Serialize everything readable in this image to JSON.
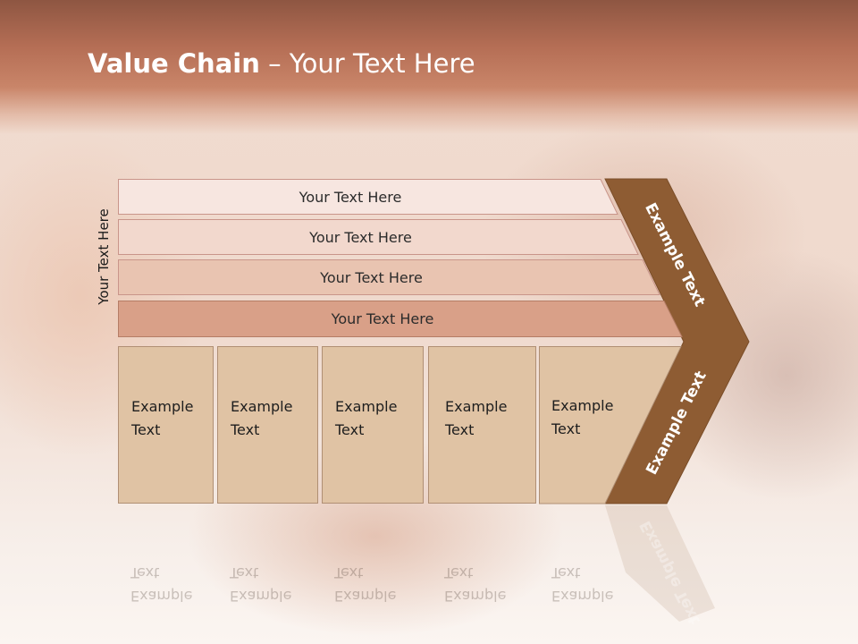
{
  "title": {
    "bold": "Value Chain",
    "rest": " – Your Text Here"
  },
  "side_label": "Your Text Here",
  "rows": [
    {
      "label": "Your Text Here",
      "fill": "#f7e6e0"
    },
    {
      "label": "Your Text Here",
      "fill": "#f2d8cd"
    },
    {
      "label": "Your Text Here",
      "fill": "#e9c4b1"
    },
    {
      "label": "Your Text Here",
      "fill": "#d9a088"
    }
  ],
  "columns": [
    {
      "line1": "Example",
      "line2": "Text"
    },
    {
      "line1": "Example",
      "line2": "Text"
    },
    {
      "line1": "Example",
      "line2": "Text"
    },
    {
      "line1": "Example",
      "line2": "Text"
    },
    {
      "line1": "Example",
      "line2": "Text"
    }
  ],
  "chevron": {
    "top_label": "Example Text",
    "bottom_label": "Example Text",
    "color": "#8e5c33"
  }
}
